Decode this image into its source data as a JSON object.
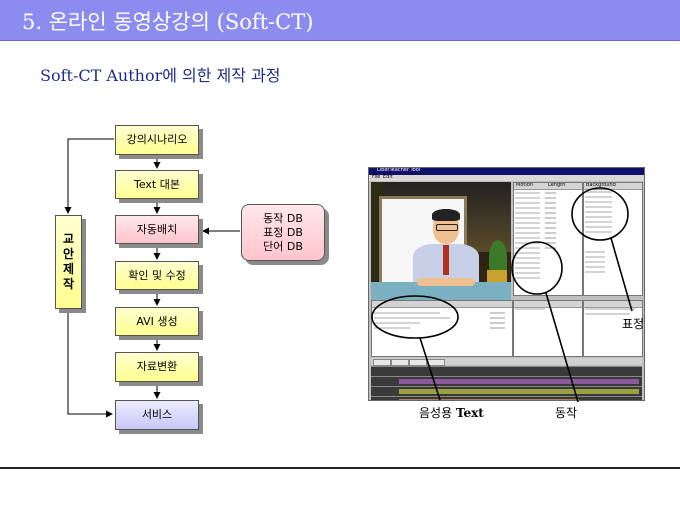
{
  "header": {
    "title": "5. 온라인 동영상강의 (Soft-CT)"
  },
  "subtitle": "Soft-CT Author에 의한 제작 과정",
  "flow": {
    "steps": [
      "강의시나리오",
      "Text 대본",
      "자동배치",
      "확인 및 수정",
      "AVI 생성",
      "자료변환",
      "서비스"
    ],
    "side_box": [
      "교",
      "안",
      "제",
      "작"
    ],
    "db_box": [
      "동작 DB",
      "표정 DB",
      "단어 DB"
    ]
  },
  "screenshot": {
    "window_title": "LiberTeacher Tool",
    "menu": [
      "File",
      "Edit"
    ],
    "col_motion": "Motion",
    "col_length": "Length",
    "col_background": "Background"
  },
  "callouts": {
    "expression": "표정",
    "voice_text_prefix": "음성용 ",
    "voice_text_suffix": "Text",
    "motion": "동작"
  },
  "colors": {
    "title_bar": "#8c8cf0",
    "subtitle": "#1e2d8c",
    "step_yellow": "#ffff90",
    "step_pink": "#ffc4cc",
    "step_lavender": "#c8c8f8"
  }
}
